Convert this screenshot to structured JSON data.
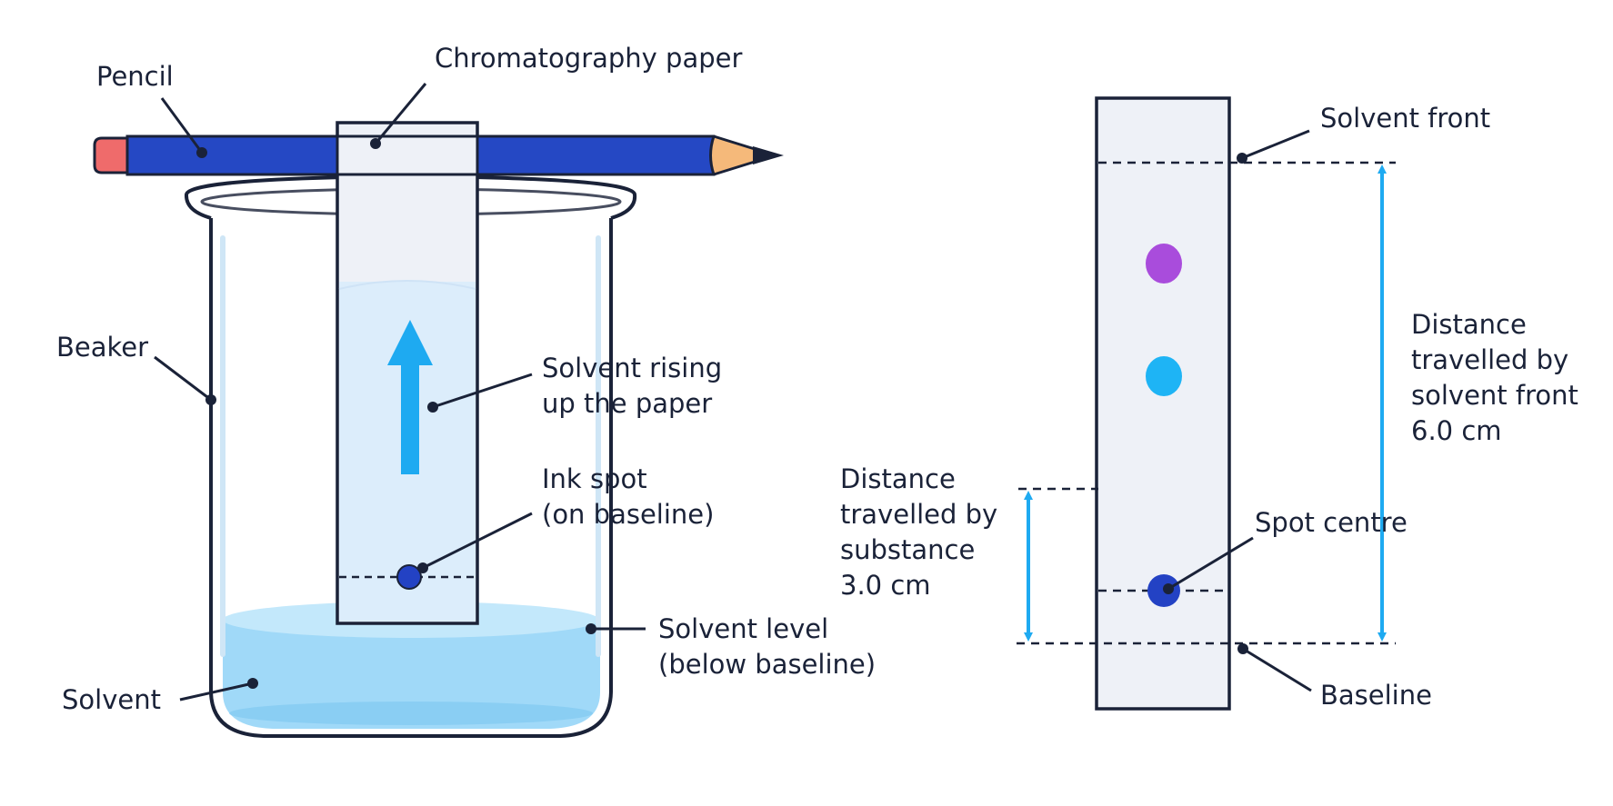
{
  "labels": {
    "pencil": "Pencil",
    "paper": "Chromatography paper",
    "beaker": "Beaker",
    "rising_1": "Solvent rising",
    "rising_2": "up the paper",
    "ink_1": "Ink spot",
    "ink_2": "(on baseline)",
    "level_1": "Solvent level",
    "level_2": "(below baseline)",
    "solvent": "Solvent",
    "front": "Solvent front",
    "dist_front_1": "Distance",
    "dist_front_2": "travelled by",
    "dist_front_3": "solvent front",
    "dist_front_4": "6.0 cm",
    "dist_sub_1": "Distance",
    "dist_sub_2": "travelled by",
    "dist_sub_3": "substance",
    "dist_sub_4": "3.0 cm",
    "spot_centre": "Spot centre",
    "baseline": "Baseline"
  },
  "measurements": {
    "solvent_front_distance_cm": 6.0,
    "substance_distance_cm": 3.0
  },
  "colors": {
    "outline": "#1a2238",
    "pencil_body": "#2548c4",
    "pencil_eraser": "#ef6b6b",
    "pencil_wood": "#f5b97a",
    "paper": "#eef1f7",
    "solvent": "#8fd2f7",
    "arrow": "#1eaaf1",
    "spot_dark_blue": "#2342c4",
    "spot_light_blue": "#1eb4f5",
    "spot_purple": "#a94cdc"
  }
}
